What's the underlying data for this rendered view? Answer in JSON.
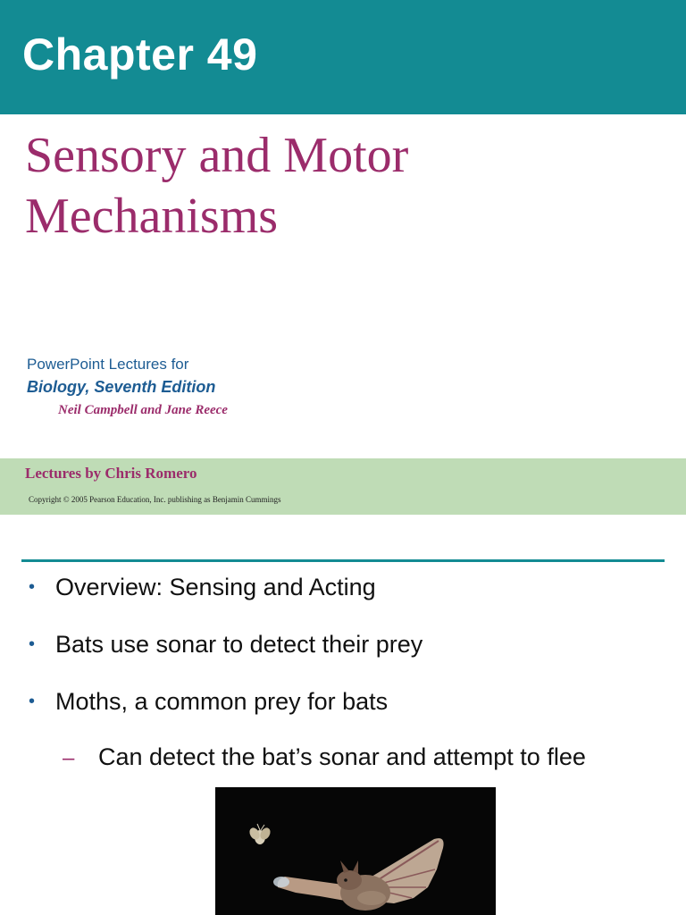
{
  "slide1": {
    "chapter_title": "Chapter 49",
    "main_title": "Sensory and Motor Mechanisms",
    "ppt_line": "PowerPoint Lectures for",
    "book_line": "Biology, Seventh Edition",
    "authors_line": "Neil Campbell and Jane Reece",
    "lectures_line": "Lectures by Chris Romero",
    "copyright_line": "Copyright © 2005 Pearson Education, Inc. publishing as Benjamin Cummings"
  },
  "slide2": {
    "bullets": [
      "Overview: Sensing and Acting",
      "Bats use sonar to detect their prey",
      "Moths, a common prey for bats"
    ],
    "bullet_marker": "•",
    "sub_bullet_marker": "–",
    "sub_bullet": "Can detect the bat’s sonar and attempt to flee"
  },
  "colors": {
    "teal_bar": "#138b93",
    "title_magenta": "#9b2c6b",
    "blue_text": "#1d5c93",
    "green_band": "#bfdcb6"
  }
}
